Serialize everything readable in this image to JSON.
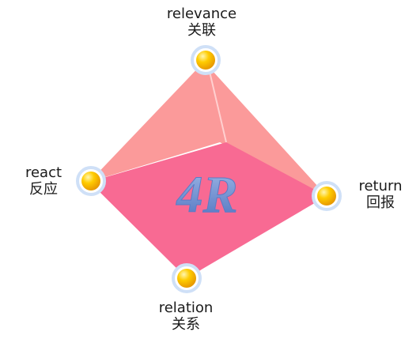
{
  "diagram": {
    "center_text": "4R",
    "nodes": [
      {
        "id": "top",
        "en": "relevance",
        "zh": "关联"
      },
      {
        "id": "left",
        "en": "react",
        "zh": "反应"
      },
      {
        "id": "right",
        "en": "return",
        "zh": "回报"
      },
      {
        "id": "bottom",
        "en": "relation",
        "zh": "关系"
      }
    ]
  },
  "colors": {
    "back_face": "#fb9a9a",
    "front_face": "#f86a93",
    "center_text": "#6d8fd1",
    "node_fill": "#ffc400",
    "node_ring": "#cfe0f7"
  }
}
